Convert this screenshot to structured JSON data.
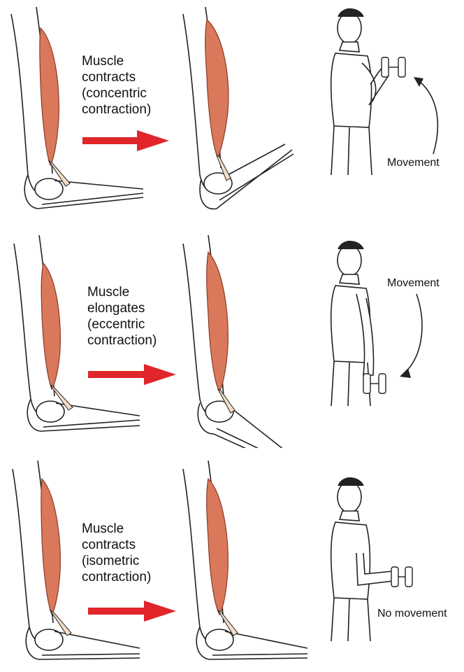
{
  "colors": {
    "muscle": "#d9785b",
    "muscle_dark": "#b85a40",
    "tendon": "#f3dcc6",
    "bone_stroke": "#222222",
    "arrow": "#e0262b"
  },
  "panels": [
    {
      "caption": "Muscle\ncontracts\n(concentric\ncontraction)",
      "movement_label": "Movement",
      "movement_direction": "up"
    },
    {
      "caption": "Muscle\nelongates\n(eccentric\ncontraction)",
      "movement_label": "Movement",
      "movement_direction": "down"
    },
    {
      "caption": "Muscle\ncontracts\n(isometric\ncontraction)",
      "movement_label": "No movement",
      "movement_direction": "none"
    }
  ]
}
